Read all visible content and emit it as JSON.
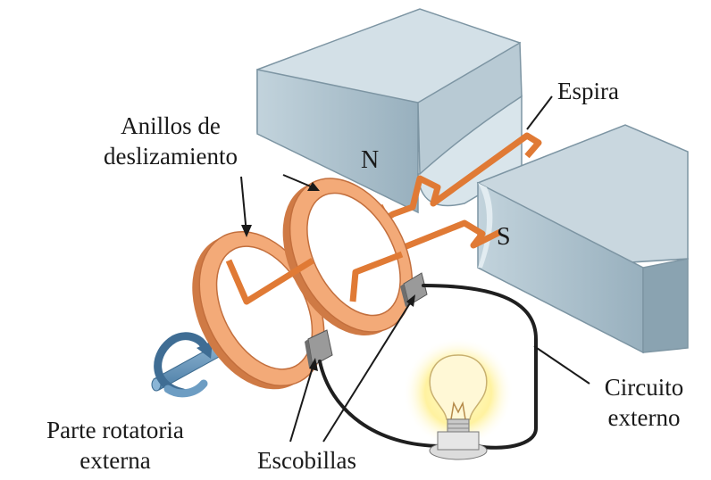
{
  "labels": {
    "espira": "Espira",
    "anillos_line1": "Anillos de",
    "anillos_line2": "deslizamiento",
    "pole_north": "N",
    "pole_south": "S",
    "circuito_line1": "Circuito",
    "circuito_line2": "externo",
    "parte_line1": "Parte rotatoria",
    "parte_line2": "externa",
    "escobillas": "Escobillas"
  },
  "colors": {
    "magnet_front": "#a9bdc8",
    "magnet_top": "#c9d7df",
    "magnet_face": "#7f97a5",
    "copper": "#e07a35",
    "ring": "#f1a26f",
    "ring_dark": "#cf7a45",
    "brush": "#8c8c8c",
    "shaft": "#6a9ac0",
    "wire": "#1f1f1f",
    "bulb_glow": "#fff4a8"
  },
  "icons": [
    "rotation-arrow-icon",
    "light-bulb-icon"
  ]
}
